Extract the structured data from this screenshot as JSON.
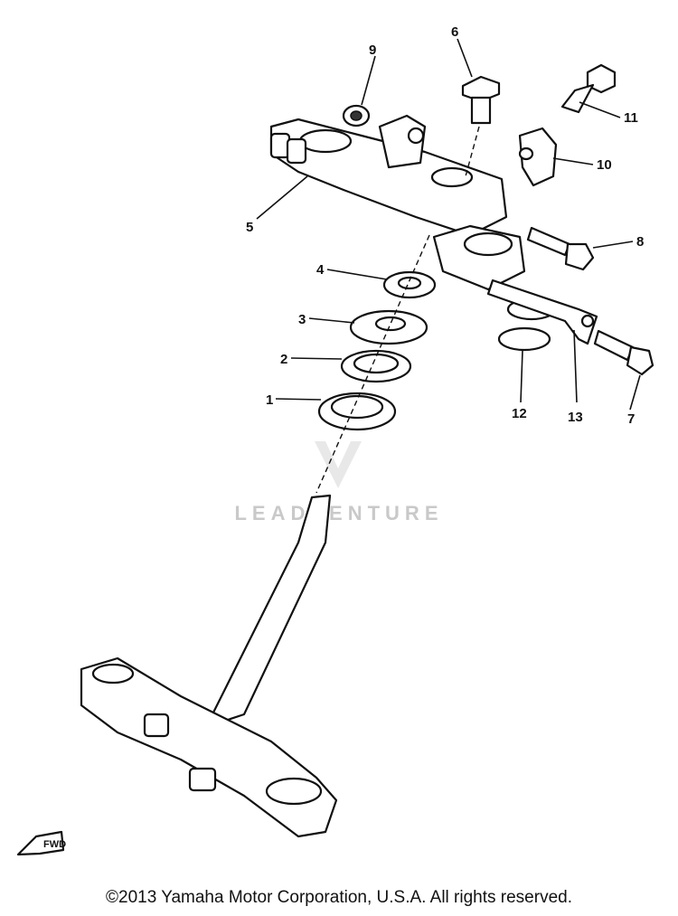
{
  "diagram": {
    "callouts": [
      "1",
      "2",
      "3",
      "4",
      "5",
      "6",
      "7",
      "8",
      "9",
      "10",
      "11",
      "12",
      "13"
    ],
    "watermark": "LEADVENTURE",
    "direction_arrow": "FWD",
    "copyright": "©2013 Yamaha Motor Corporation, U.S.A. All rights reserved."
  }
}
